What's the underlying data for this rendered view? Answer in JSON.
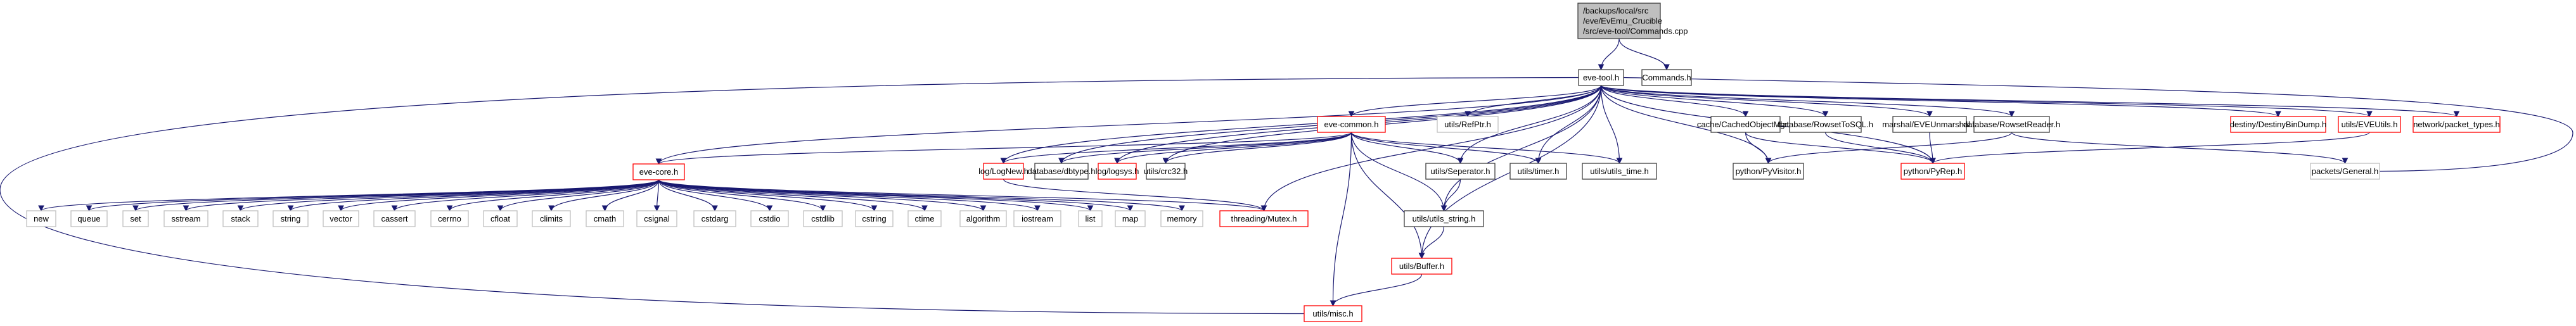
{
  "title": "Include dependency graph for Commands.cpp",
  "colors": {
    "edge": "#191970",
    "main_fill": "#bfbfbf",
    "documented_border": "#404040",
    "truncated_border": "#ff0000",
    "external_border": "#bfbfbf"
  },
  "nodes": [
    {
      "id": "root",
      "label": [
        "/backups/local/src",
        "/eve/EvEmu_Crucible",
        "/src/eve-tool/Commands.cpp"
      ],
      "kind": "main"
    },
    {
      "id": "eve_tool",
      "label": [
        "eve-tool.h"
      ],
      "kind": "black"
    },
    {
      "id": "commands_h",
      "label": [
        "Commands.h"
      ],
      "kind": "black"
    },
    {
      "id": "eve_common",
      "label": [
        "eve-common.h"
      ],
      "kind": "red"
    },
    {
      "id": "refptr",
      "label": [
        "utils/RefPtr.h"
      ],
      "kind": "gray"
    },
    {
      "id": "cached",
      "label": [
        "cache/CachedObjectMgr.h"
      ],
      "kind": "black"
    },
    {
      "id": "rowset_sql",
      "label": [
        "database/RowsetToSQL.h"
      ],
      "kind": "black"
    },
    {
      "id": "unmarshal",
      "label": [
        "marshal/EVEUnmarshal.h"
      ],
      "kind": "black"
    },
    {
      "id": "rowset_reader",
      "label": [
        "database/RowsetReader.h"
      ],
      "kind": "black"
    },
    {
      "id": "destiny",
      "label": [
        "destiny/DestinyBinDump.h"
      ],
      "kind": "red"
    },
    {
      "id": "eveutils",
      "label": [
        "utils/EVEUtils.h"
      ],
      "kind": "red"
    },
    {
      "id": "packet_types",
      "label": [
        "network/packet_types.h"
      ],
      "kind": "red"
    },
    {
      "id": "eve_core",
      "label": [
        "eve-core.h"
      ],
      "kind": "red"
    },
    {
      "id": "lognew",
      "label": [
        "log/LogNew.h"
      ],
      "kind": "red"
    },
    {
      "id": "dbtype",
      "label": [
        "database/dbtype.h"
      ],
      "kind": "black"
    },
    {
      "id": "logsys",
      "label": [
        "log/logsys.h"
      ],
      "kind": "red"
    },
    {
      "id": "crc32",
      "label": [
        "utils/crc32.h"
      ],
      "kind": "black"
    },
    {
      "id": "seperator",
      "label": [
        "utils/Seperator.h"
      ],
      "kind": "black"
    },
    {
      "id": "timer",
      "label": [
        "utils/timer.h"
      ],
      "kind": "black"
    },
    {
      "id": "utils_time",
      "label": [
        "utils/utils_time.h"
      ],
      "kind": "black"
    },
    {
      "id": "pyvisitor",
      "label": [
        "python/PyVisitor.h"
      ],
      "kind": "black"
    },
    {
      "id": "pyrep",
      "label": [
        "python/PyRep.h"
      ],
      "kind": "red"
    },
    {
      "id": "general",
      "label": [
        "packets/General.h"
      ],
      "kind": "gray"
    },
    {
      "id": "new",
      "label": [
        "new"
      ],
      "kind": "gray"
    },
    {
      "id": "queue",
      "label": [
        "queue"
      ],
      "kind": "gray"
    },
    {
      "id": "set",
      "label": [
        "set"
      ],
      "kind": "gray"
    },
    {
      "id": "sstream",
      "label": [
        "sstream"
      ],
      "kind": "gray"
    },
    {
      "id": "stack",
      "label": [
        "stack"
      ],
      "kind": "gray"
    },
    {
      "id": "string",
      "label": [
        "string"
      ],
      "kind": "gray"
    },
    {
      "id": "vector",
      "label": [
        "vector"
      ],
      "kind": "gray"
    },
    {
      "id": "cassert",
      "label": [
        "cassert"
      ],
      "kind": "gray"
    },
    {
      "id": "cerrno",
      "label": [
        "cerrno"
      ],
      "kind": "gray"
    },
    {
      "id": "cfloat",
      "label": [
        "cfloat"
      ],
      "kind": "gray"
    },
    {
      "id": "climits",
      "label": [
        "climits"
      ],
      "kind": "gray"
    },
    {
      "id": "cmath",
      "label": [
        "cmath"
      ],
      "kind": "gray"
    },
    {
      "id": "csignal",
      "label": [
        "csignal"
      ],
      "kind": "gray"
    },
    {
      "id": "cstdarg",
      "label": [
        "cstdarg"
      ],
      "kind": "gray"
    },
    {
      "id": "cstdio",
      "label": [
        "cstdio"
      ],
      "kind": "gray"
    },
    {
      "id": "cstdlib",
      "label": [
        "cstdlib"
      ],
      "kind": "gray"
    },
    {
      "id": "cstring",
      "label": [
        "cstring"
      ],
      "kind": "gray"
    },
    {
      "id": "ctime",
      "label": [
        "ctime"
      ],
      "kind": "gray"
    },
    {
      "id": "algorithm",
      "label": [
        "algorithm"
      ],
      "kind": "gray"
    },
    {
      "id": "iostream",
      "label": [
        "iostream"
      ],
      "kind": "gray"
    },
    {
      "id": "list",
      "label": [
        "list"
      ],
      "kind": "gray"
    },
    {
      "id": "map",
      "label": [
        "map"
      ],
      "kind": "gray"
    },
    {
      "id": "memory",
      "label": [
        "memory"
      ],
      "kind": "gray"
    },
    {
      "id": "mutex",
      "label": [
        "threading/Mutex.h"
      ],
      "kind": "red"
    },
    {
      "id": "utils_string",
      "label": [
        "utils/utils_string.h"
      ],
      "kind": "black"
    },
    {
      "id": "buffer",
      "label": [
        "utils/Buffer.h"
      ],
      "kind": "red"
    },
    {
      "id": "misc",
      "label": [
        "utils/misc.h"
      ],
      "kind": "red"
    }
  ],
  "edges": [
    [
      "root",
      "eve_tool"
    ],
    [
      "root",
      "commands_h"
    ],
    [
      "eve_tool",
      "eve_common"
    ],
    [
      "eve_tool",
      "refptr"
    ],
    [
      "eve_tool",
      "cached"
    ],
    [
      "eve_tool",
      "rowset_sql"
    ],
    [
      "eve_tool",
      "unmarshal"
    ],
    [
      "eve_tool",
      "rowset_reader"
    ],
    [
      "eve_tool",
      "destiny"
    ],
    [
      "eve_tool",
      "eveutils"
    ],
    [
      "eve_tool",
      "packet_types"
    ],
    [
      "eve_tool",
      "eve_core"
    ],
    [
      "eve_tool",
      "lognew"
    ],
    [
      "eve_tool",
      "dbtype"
    ],
    [
      "eve_tool",
      "logsys"
    ],
    [
      "eve_tool",
      "crc32"
    ],
    [
      "eve_tool",
      "seperator"
    ],
    [
      "eve_tool",
      "timer"
    ],
    [
      "eve_tool",
      "utils_time"
    ],
    [
      "eve_tool",
      "pyvisitor"
    ],
    [
      "eve_tool",
      "pyrep"
    ],
    [
      "eve_tool",
      "general"
    ],
    [
      "eve_tool",
      "utils_string"
    ],
    [
      "eve_tool",
      "buffer"
    ],
    [
      "eve_tool",
      "misc"
    ],
    [
      "eve_tool",
      "mutex"
    ],
    [
      "eve_common",
      "eve_core"
    ],
    [
      "eve_common",
      "lognew"
    ],
    [
      "eve_common",
      "dbtype"
    ],
    [
      "eve_common",
      "logsys"
    ],
    [
      "eve_common",
      "crc32"
    ],
    [
      "eve_common",
      "seperator"
    ],
    [
      "eve_common",
      "timer"
    ],
    [
      "eve_common",
      "utils_time"
    ],
    [
      "eve_common",
      "utils_string"
    ],
    [
      "eve_common",
      "buffer"
    ],
    [
      "eve_common",
      "misc"
    ],
    [
      "eve_core",
      "new"
    ],
    [
      "eve_core",
      "queue"
    ],
    [
      "eve_core",
      "set"
    ],
    [
      "eve_core",
      "sstream"
    ],
    [
      "eve_core",
      "stack"
    ],
    [
      "eve_core",
      "string"
    ],
    [
      "eve_core",
      "vector"
    ],
    [
      "eve_core",
      "cassert"
    ],
    [
      "eve_core",
      "cerrno"
    ],
    [
      "eve_core",
      "cfloat"
    ],
    [
      "eve_core",
      "climits"
    ],
    [
      "eve_core",
      "cmath"
    ],
    [
      "eve_core",
      "csignal"
    ],
    [
      "eve_core",
      "cstdarg"
    ],
    [
      "eve_core",
      "cstdio"
    ],
    [
      "eve_core",
      "cstdlib"
    ],
    [
      "eve_core",
      "cstring"
    ],
    [
      "eve_core",
      "ctime"
    ],
    [
      "eve_core",
      "algorithm"
    ],
    [
      "eve_core",
      "iostream"
    ],
    [
      "eve_core",
      "list"
    ],
    [
      "eve_core",
      "map"
    ],
    [
      "eve_core",
      "memory"
    ],
    [
      "eve_core",
      "mutex"
    ],
    [
      "lognew",
      "mutex"
    ],
    [
      "seperator",
      "utils_string"
    ],
    [
      "utils_string",
      "buffer"
    ],
    [
      "buffer",
      "misc"
    ],
    [
      "cached",
      "pyvisitor"
    ],
    [
      "cached",
      "pyrep"
    ],
    [
      "rowset_sql",
      "pyrep"
    ],
    [
      "unmarshal",
      "pyrep"
    ],
    [
      "rowset_reader",
      "pyvisitor"
    ],
    [
      "rowset_reader",
      "general"
    ],
    [
      "eveutils",
      "pyrep"
    ]
  ]
}
